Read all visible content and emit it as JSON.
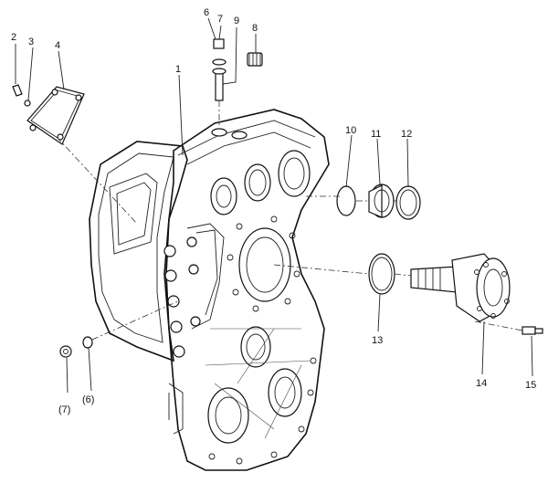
{
  "labels": {
    "p1": "1",
    "p2": "2",
    "p3": "3",
    "p4": "4",
    "p6": "6",
    "p7": "7",
    "p8": "8",
    "p9": "9",
    "p10": "10",
    "p11": "11",
    "p12": "12",
    "p13": "13",
    "p14": "14",
    "p15": "15",
    "p6b": "(6)",
    "p7b": "(7)"
  }
}
